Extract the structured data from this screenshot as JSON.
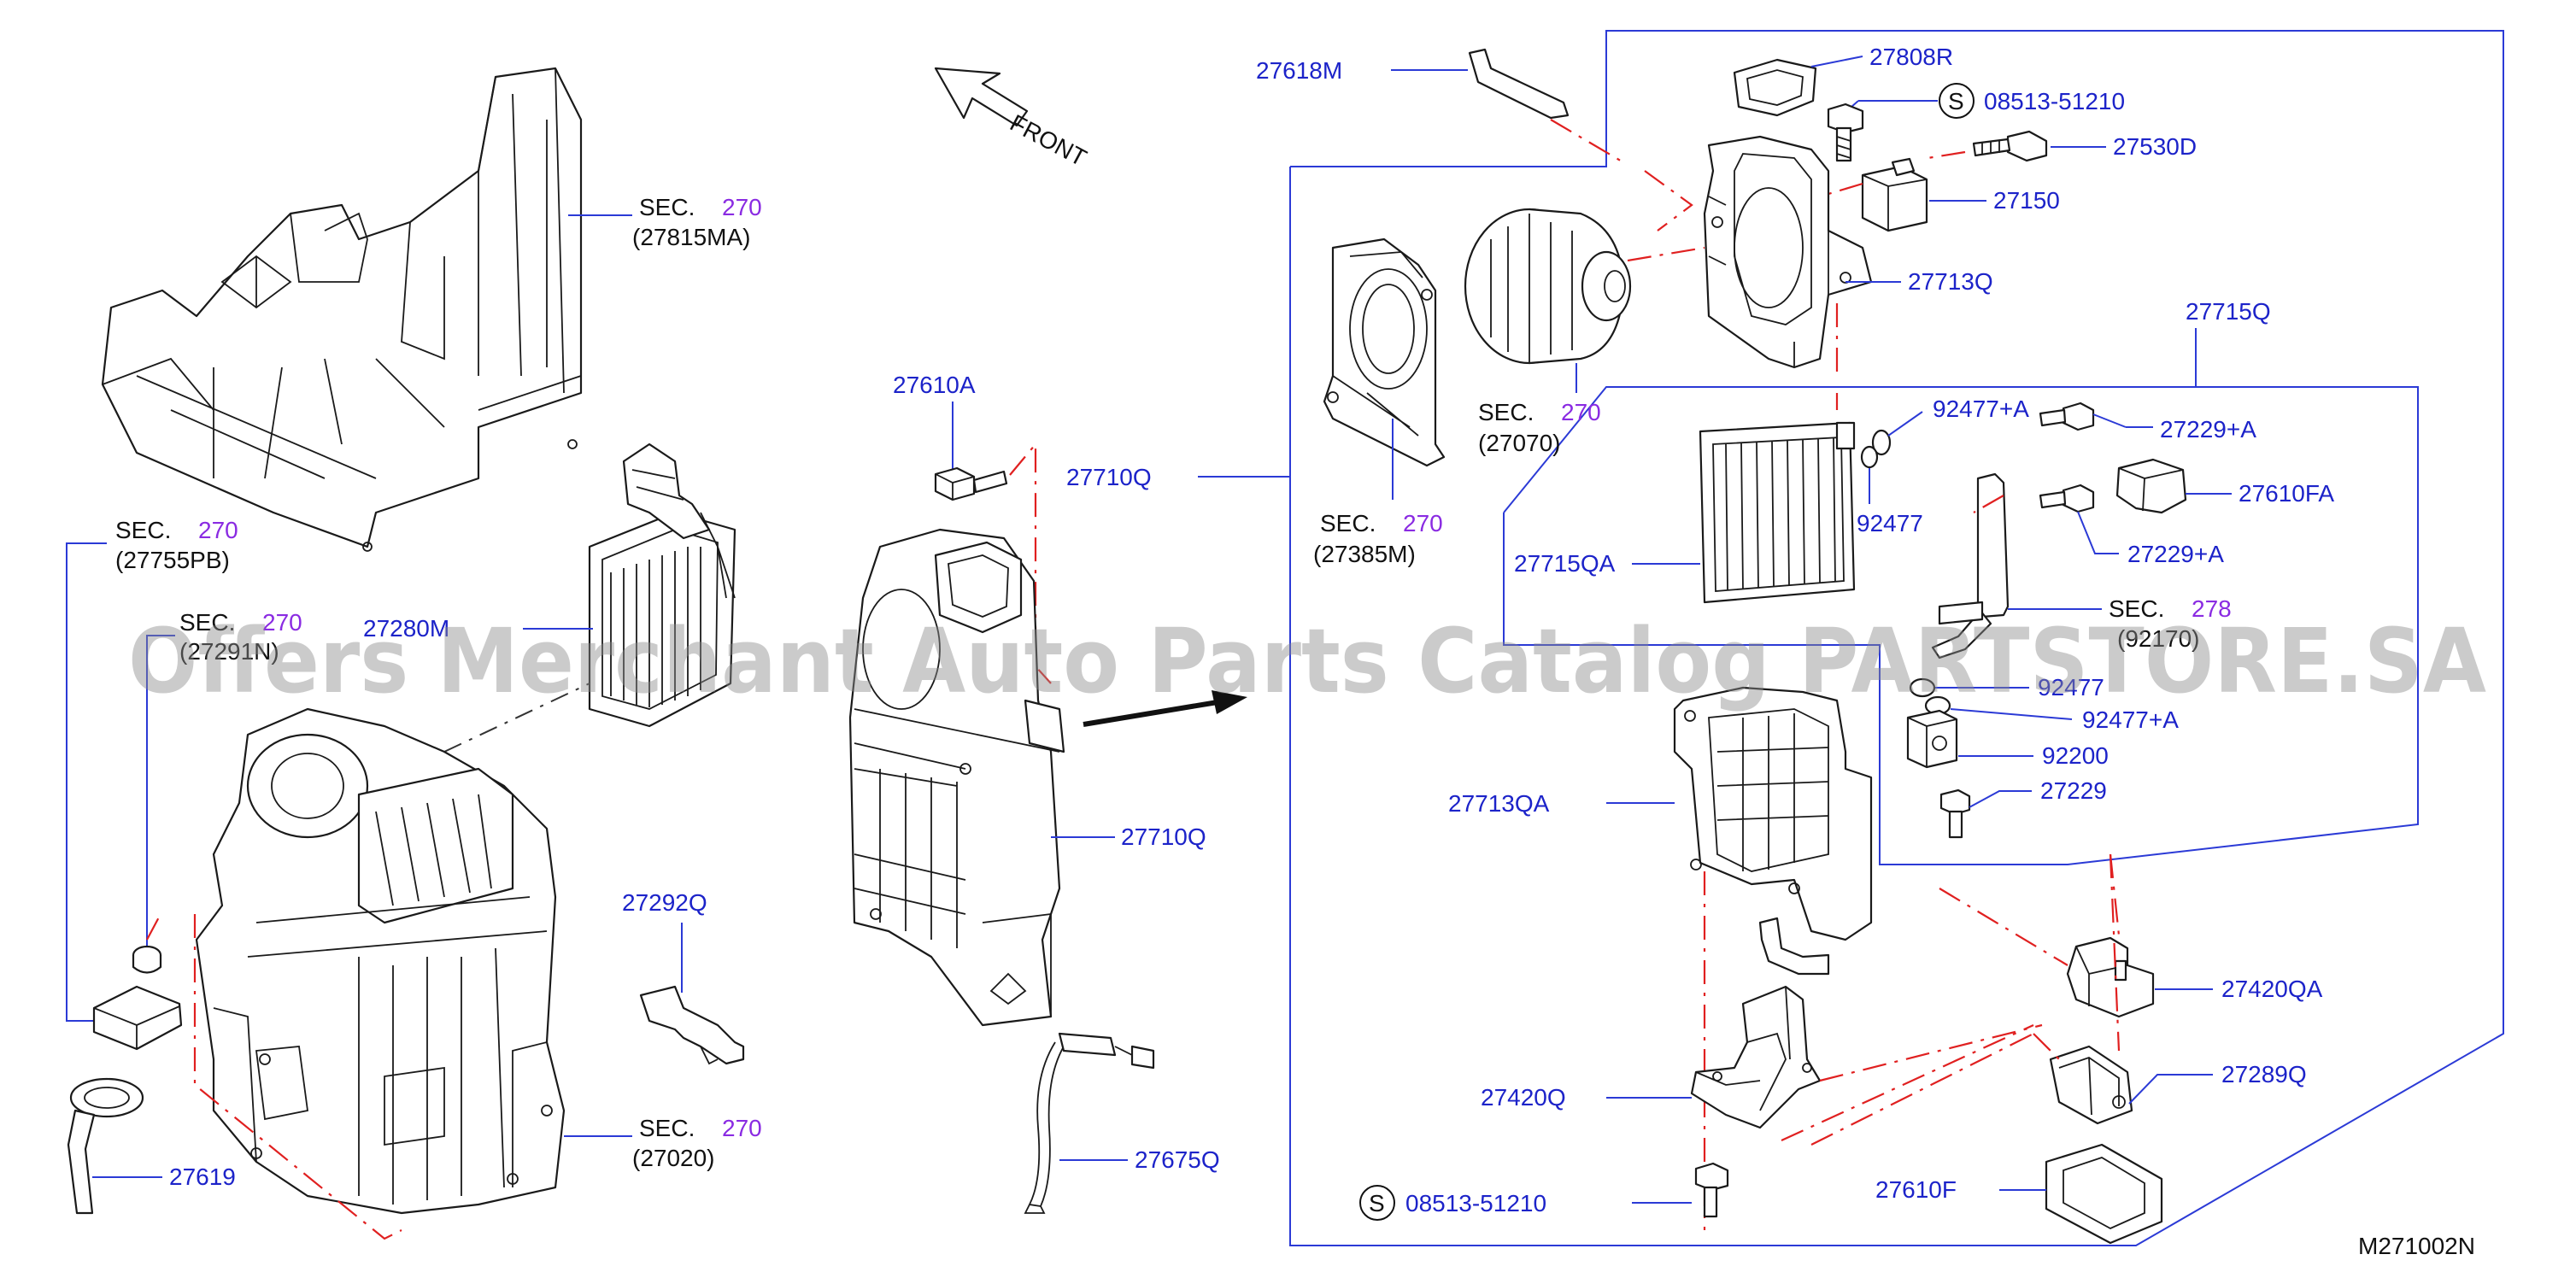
{
  "diagram": {
    "code": "M271002N",
    "front_label": "FRONT",
    "watermark": "Offers Merchant Auto Parts Catalog PARTSTORE.SA",
    "sec_prefix": "SEC.",
    "service_symbol": "S"
  },
  "labels": {
    "p27618M": "27618M",
    "p27808R": "27808R",
    "p08513_top": "08513-51210",
    "p27530D": "27530D",
    "p27150": "27150",
    "p27713Q": "27713Q",
    "p27715Q": "27715Q",
    "p92477A_1": "92477+A",
    "p27229A_1": "27229+A",
    "p27610FA": "27610FA",
    "p92477_1": "92477",
    "p27229A_2": "27229+A",
    "p27715QA": "27715QA",
    "p92477_2": "92477",
    "p92477A_2": "92477+A",
    "p92200": "92200",
    "p27229": "27229",
    "p27713QA": "27713QA",
    "p27420QA": "27420QA",
    "p27289Q": "27289Q",
    "p27420Q": "27420Q",
    "p27610F": "27610F",
    "p08513_bottom": "08513-51210",
    "p27610A": "27610A",
    "p27710Q_1": "27710Q",
    "p27710Q_2": "27710Q",
    "p27675Q": "27675Q",
    "p27280": "27280M",
    "p27292Q": "27292Q",
    "p27619": "27619"
  },
  "sec_refs": {
    "sec_27815MA": {
      "num": "270",
      "ref": "(27815MA)"
    },
    "sec_27755PB": {
      "num": "270",
      "ref": "(27755PB)"
    },
    "sec_left_mid": {
      "num": "270",
      "ref": "(27291N)"
    },
    "sec_27070": {
      "num": "270",
      "ref": "(27070)"
    },
    "sec_27385M": {
      "num": "270",
      "ref": "(27385M)"
    },
    "sec_278": {
      "num": "278",
      "ref": "(92170)"
    },
    "sec_27020": {
      "num": "270",
      "ref": "(27020)"
    }
  },
  "colors": {
    "label_blue": "#1c23c9",
    "leader_blue": "#2b3ad6",
    "sec_purple": "#8a2be2",
    "dash_red": "#e02020",
    "line_black": "#1a1a1a"
  }
}
